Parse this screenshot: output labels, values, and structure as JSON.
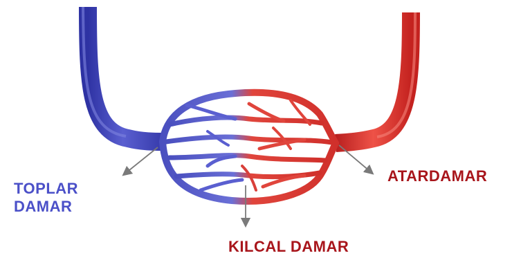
{
  "labels": {
    "vein": [
      "TOPLAR",
      "DAMAR"
    ],
    "artery": "ATARDAMAR",
    "capillary": "KILCAL DAMAR"
  },
  "colors": {
    "vein": "#4a4fbf",
    "vein_label": "#4b50c8",
    "artery": "#d6312e",
    "artery_label": "#a8151b",
    "capillary_label": "#a8151b",
    "pointer": "#7a7a7a"
  }
}
